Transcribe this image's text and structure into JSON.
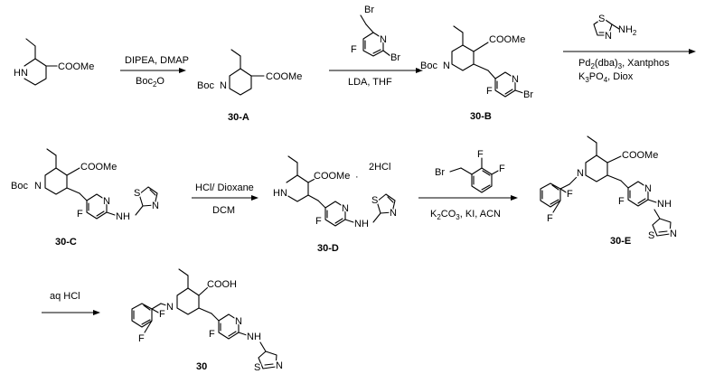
{
  "compounds": {
    "c30A": {
      "label": "30-A"
    },
    "c30B": {
      "label": "30-B"
    },
    "c30C": {
      "label": "30-C"
    },
    "c30D": {
      "label": "30-D"
    },
    "c30E": {
      "label": "30-E"
    },
    "c30": {
      "label": "30"
    }
  },
  "groups": {
    "coome": "COOMe",
    "cooh": "COOH",
    "boc": "Boc",
    "hn": "HN",
    "nh": "NH",
    "nh2": "NH2",
    "n": "N",
    "s": "S",
    "f": "F",
    "br": "Br",
    "dot": "·",
    "twohcl": "2HCl"
  },
  "steps": [
    {
      "above": "DIPEA, DMAP",
      "below_main": "Boc",
      "below_sub": "2",
      "below_tail": "O"
    },
    {
      "below": "LDA, THF"
    },
    {
      "below_1": "Pd2(dba)3, Xantphos",
      "below_2": "K3PO4, Diox"
    },
    {
      "above": "HCl/ Dioxane",
      "below": "DCM"
    },
    {
      "below": "K2CO3, KI, ACN"
    },
    {
      "above": "aq HCl"
    }
  ]
}
